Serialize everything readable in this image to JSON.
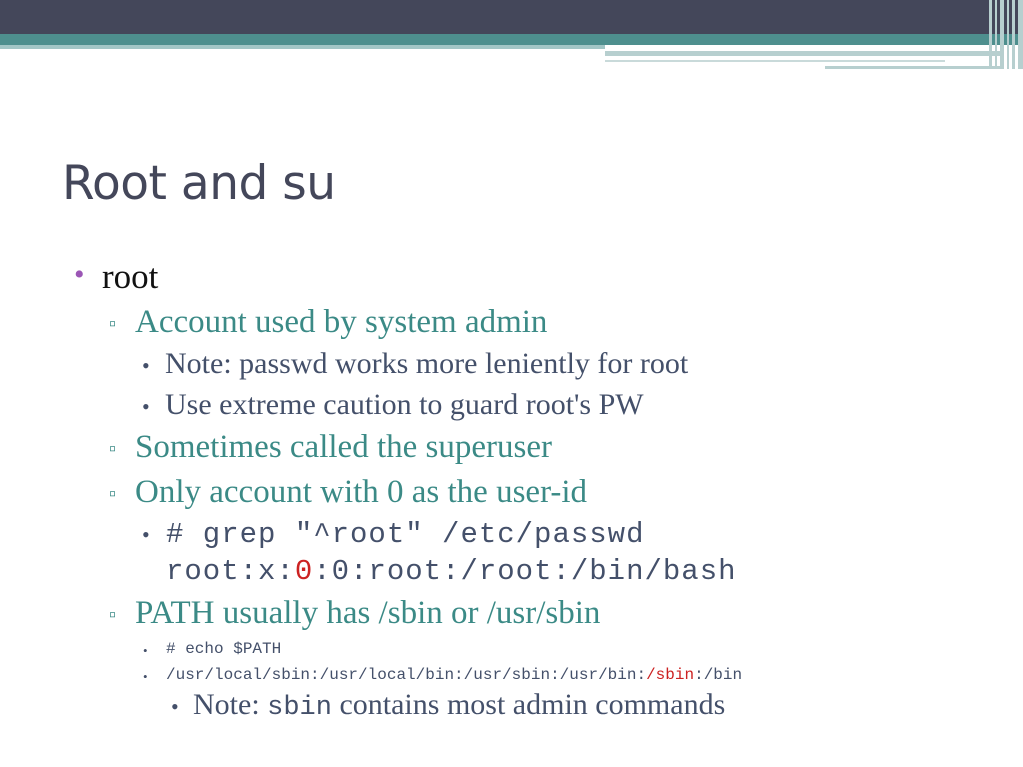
{
  "slide": {
    "title": "Root and su",
    "bullets": {
      "root": "root",
      "account": "Account used by system admin",
      "note_passwd": "Note: passwd works more leniently for root",
      "caution": "Use extreme caution to guard root's PW",
      "superuser": "Sometimes called the superuser",
      "only_account": "Only account with 0 as the user-id",
      "grep_cmd": "# grep \"^root\" /etc/passwd",
      "grep_out_a": "root:x:",
      "grep_out_uid": "0",
      "grep_out_b": ":0:root:/root:/bin/bash",
      "path": "PATH usually has /sbin or /usr/sbin",
      "echo_cmd": "# echo $PATH",
      "path_a": "/usr/local/sbin:/usr/local/bin:/usr/sbin:/usr/bin:",
      "path_sbin": "/sbin",
      "path_b": ":/bin",
      "note_sbin_a": "Note: ",
      "note_sbin_code": "sbin",
      "note_sbin_b": " contains most admin commands"
    },
    "glyphs": {
      "level1": "•",
      "level2": "▫",
      "level3": "•",
      "level4": "•"
    }
  },
  "colors": {
    "header_dark": "#44475a",
    "header_teal": "#4e8f8e",
    "title": "#44475a",
    "level1_bullet": "#9b56b5",
    "level2_text": "#3b8a86",
    "level3_text": "#44506a",
    "highlight": "#cc2222"
  }
}
